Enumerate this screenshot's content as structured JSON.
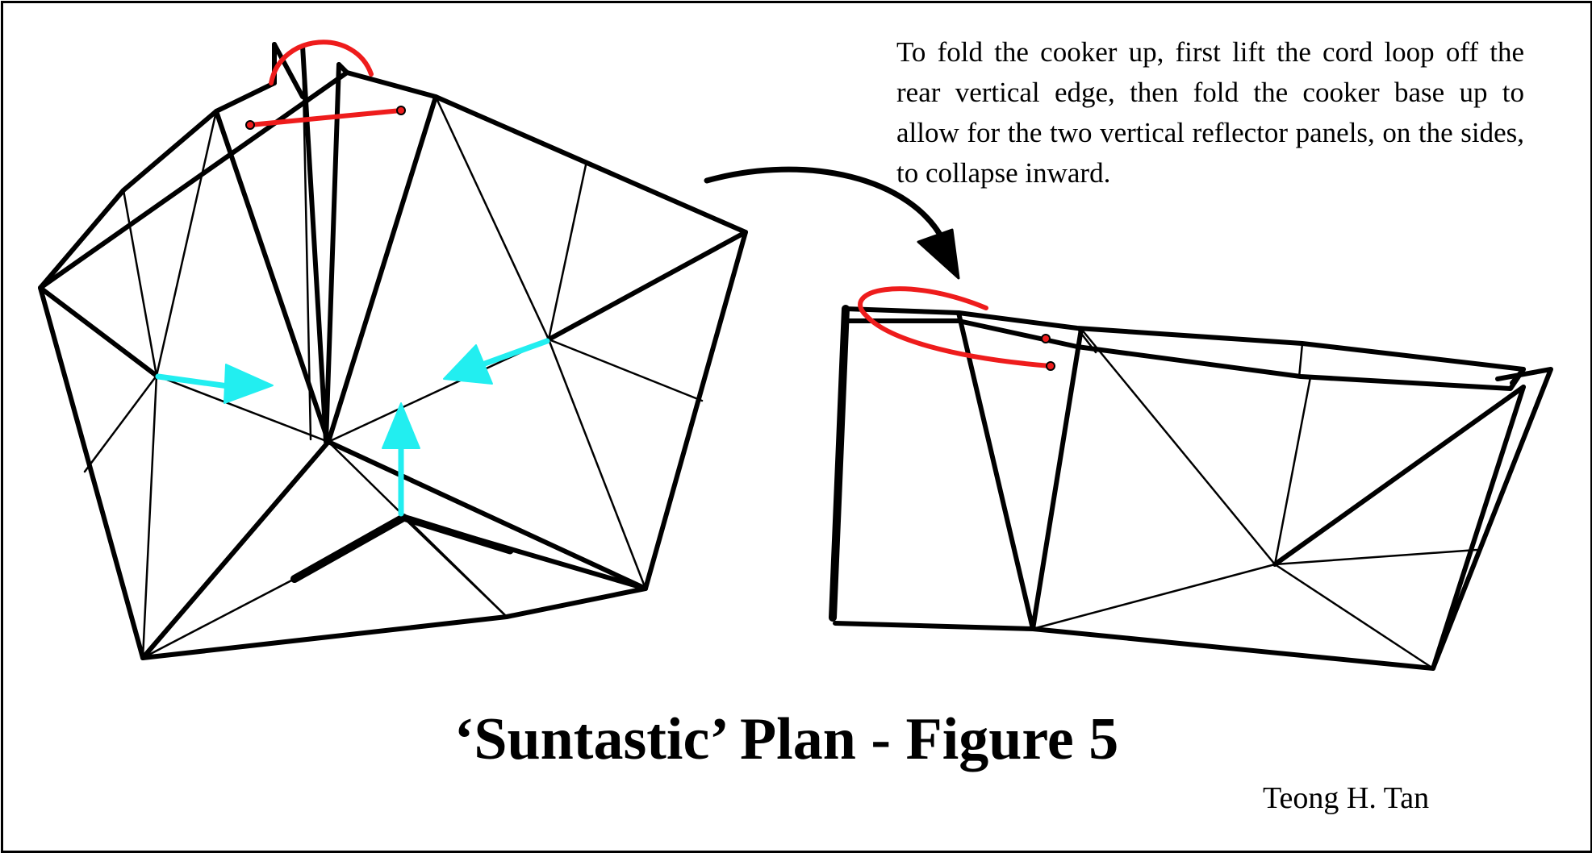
{
  "instructions": "To fold the cooker up, first lift the cord loop off the rear vertical edge, then fold the cooker base up to allow for the two vertical reflector panels, on the sides, to collapse inward.",
  "title": "‘Suntastic’ Plan - Figure 5",
  "author": "Teong H. Tan",
  "colors": {
    "line": "#000000",
    "cord": "#ee1c1c",
    "arrow": "#22eef0"
  }
}
